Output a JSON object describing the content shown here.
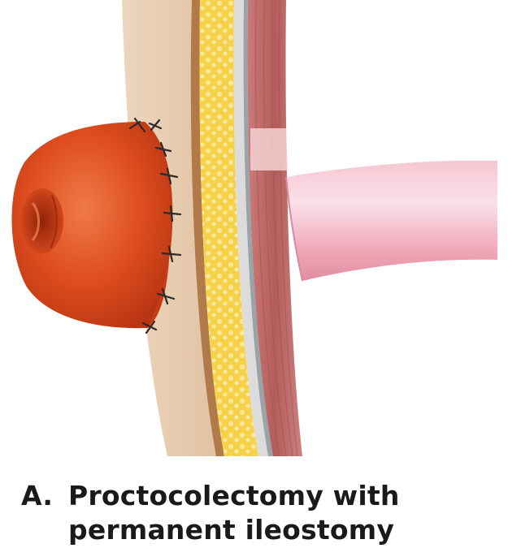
{
  "caption": {
    "letter": "A.",
    "line1": "Proctocolectomy with",
    "line2": "permanent ileostomy"
  },
  "colors": {
    "skin": "#e8cdb0",
    "fat": "#f5cf48",
    "fascia": "#d9d9d9",
    "muscle": "#b96565",
    "stoma": "#d9441a",
    "intestine": "#f3b5c3",
    "suture": "#2b2b2b"
  },
  "icons": {
    "stoma": "ileostomy-stoma",
    "intestine": "ileum-segment",
    "sutures": "suture-stitches"
  }
}
